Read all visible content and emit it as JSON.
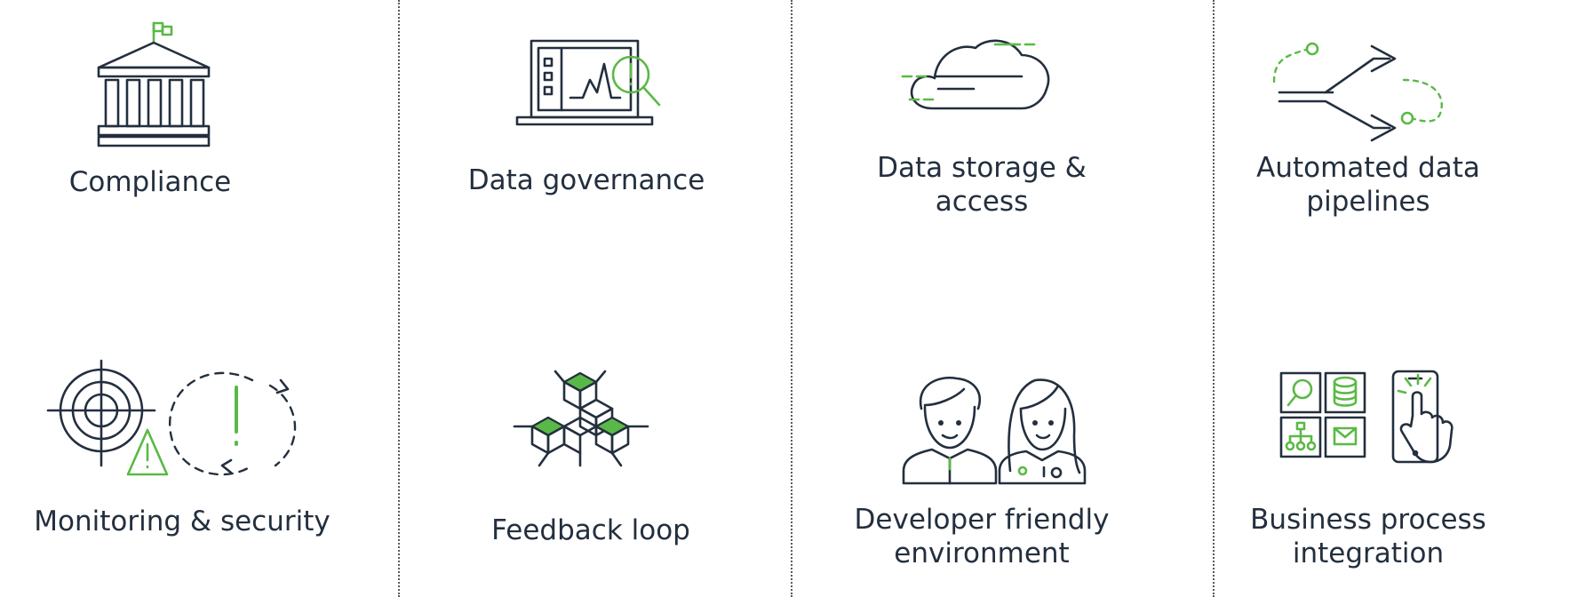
{
  "tiles": [
    {
      "name": "compliance",
      "icon": "courthouse-flag-icon",
      "lines": [
        "Compliance"
      ]
    },
    {
      "name": "data-governance",
      "icon": "laptop-chart-magnifier-icon",
      "lines": [
        "Data governance"
      ]
    },
    {
      "name": "data-storage-access",
      "icon": "cloud-icon",
      "lines": [
        "Data storage &",
        "access"
      ]
    },
    {
      "name": "automated-data-pipelines",
      "icon": "split-arrows-pipeline-icon",
      "lines": [
        "Automated data",
        "pipelines"
      ]
    },
    {
      "name": "monitoring-security",
      "icon": "target-alert-cycle-icon",
      "lines": [
        "Monitoring & security"
      ]
    },
    {
      "name": "feedback-loop",
      "icon": "hexagon-cubes-icon",
      "lines": [
        "Feedback loop"
      ]
    },
    {
      "name": "developer-friendly-environment",
      "icon": "developers-people-icon",
      "lines": [
        "Developer friendly",
        "environment"
      ]
    },
    {
      "name": "business-process-integration",
      "icon": "apps-phone-touch-icon",
      "lines": [
        "Business process",
        "integration"
      ]
    }
  ],
  "colors": {
    "ink": "#232f3e",
    "accent": "#5ab946",
    "divider": "#555b61"
  }
}
